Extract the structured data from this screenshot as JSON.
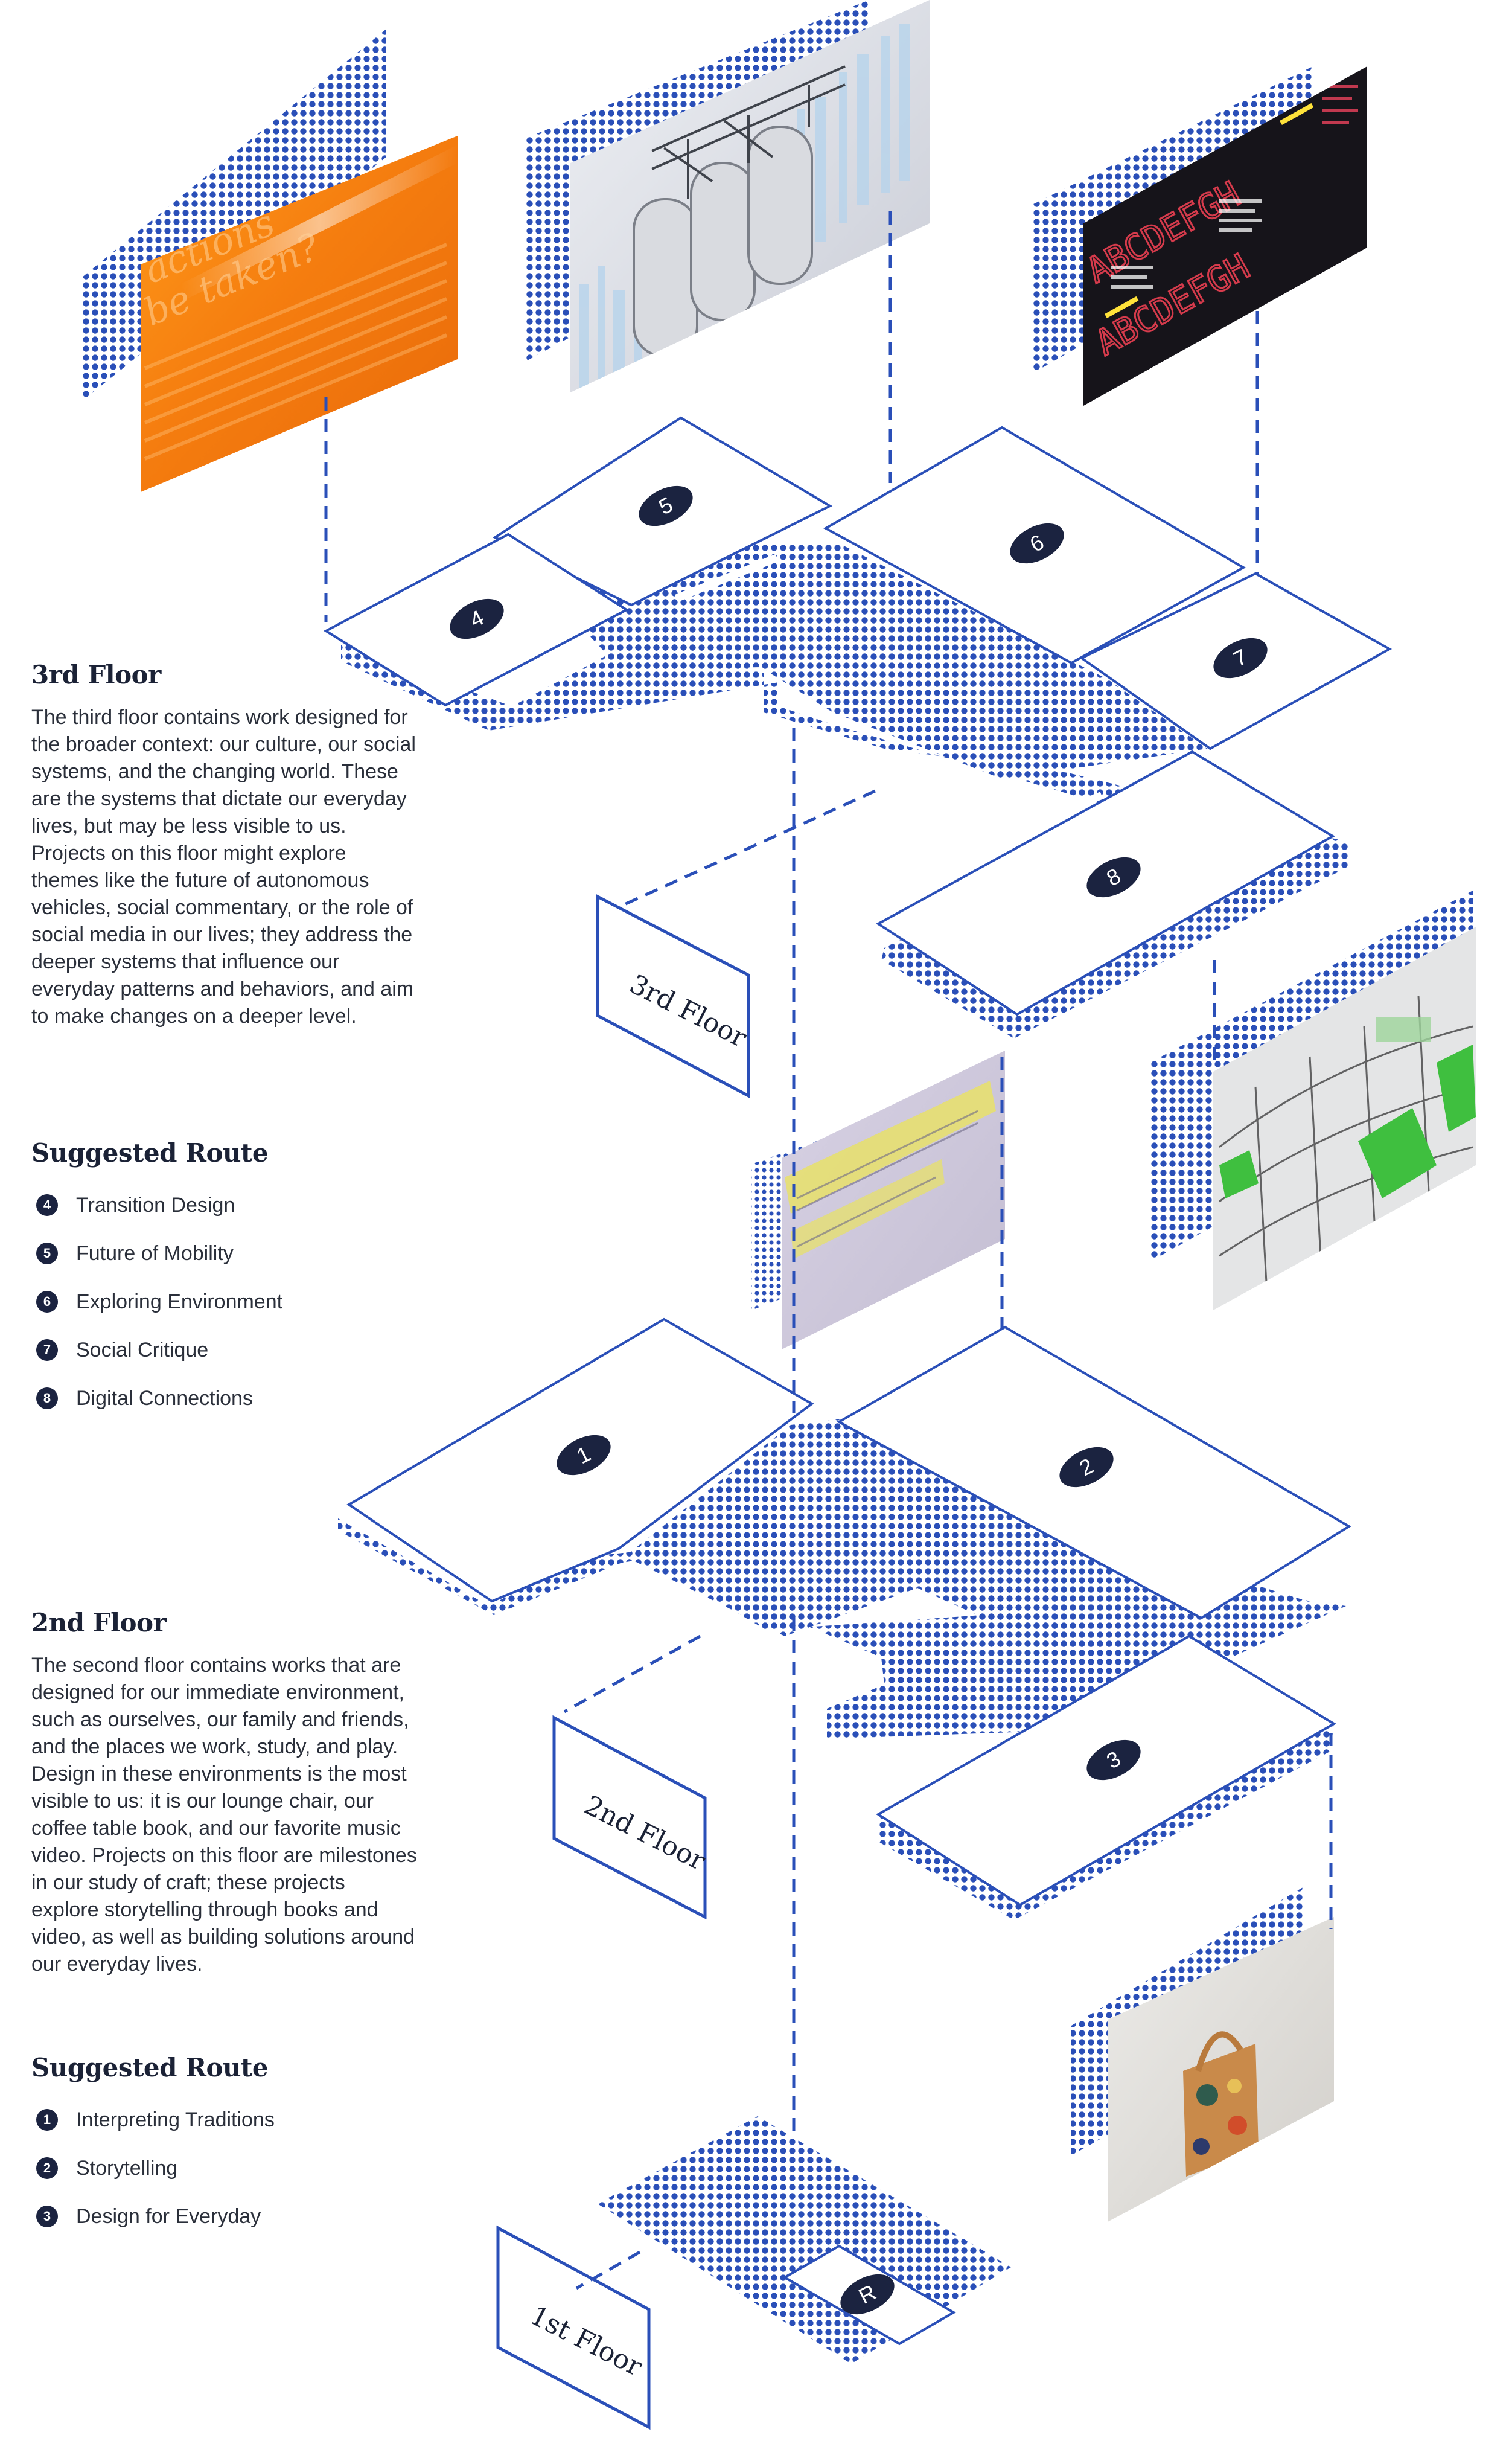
{
  "third_floor": {
    "heading": "3rd Floor",
    "description": "The third floor contains work designed for the broader context: our culture, our social systems, and the changing world. These are the systems that dictate our everyday lives, but may be less visible to us. Projects on this floor might explore themes like the future of autonomous vehicles, social commentary, or the role of social media in our lives; they address the deeper systems that influence our everyday patterns and behaviors, and aim to make changes on a deeper level.",
    "route_heading": "Suggested Route",
    "route": [
      {
        "num": "4",
        "label": "Transition Design"
      },
      {
        "num": "5",
        "label": "Future of Mobility"
      },
      {
        "num": "6",
        "label": "Exploring Environment"
      },
      {
        "num": "7",
        "label": "Social Critique"
      },
      {
        "num": "8",
        "label": "Digital Connections"
      }
    ]
  },
  "second_floor": {
    "heading": "2nd Floor",
    "description": "The second floor contains works that are designed for our immediate environment, such as ourselves, our family and friends, and the places we work, study, and play. Design in these environments is the most visible to us: it is our lounge chair, our coffee table book, and our favorite music video. Projects on this floor are milestones in our study of craft; these projects explore storytelling through books and video, as well as building solutions around our everyday lives.",
    "route_heading": "Suggested Route",
    "route": [
      {
        "num": "1",
        "label": "Interpreting Traditions"
      },
      {
        "num": "2",
        "label": "Storytelling"
      },
      {
        "num": "3",
        "label": "Design for Everyday"
      }
    ]
  },
  "diagram": {
    "floor_labels": {
      "third": "3rd Floor",
      "second": "2nd Floor",
      "first": "1st Floor"
    },
    "markers": {
      "m1": "1",
      "m2": "2",
      "m3": "3",
      "m4": "4",
      "m5": "5",
      "m6": "6",
      "m7": "7",
      "m8": "8",
      "mR": "R"
    },
    "image_texts": {
      "img4_line1": "actions",
      "img4_line2": "be taken?",
      "img6_word": "ABCDEFGH"
    }
  },
  "colors": {
    "accent_blue": "#2a4fb8",
    "marker_fill": "#1b2340",
    "text": "#2a2f3a",
    "heading": "#1b2236"
  }
}
